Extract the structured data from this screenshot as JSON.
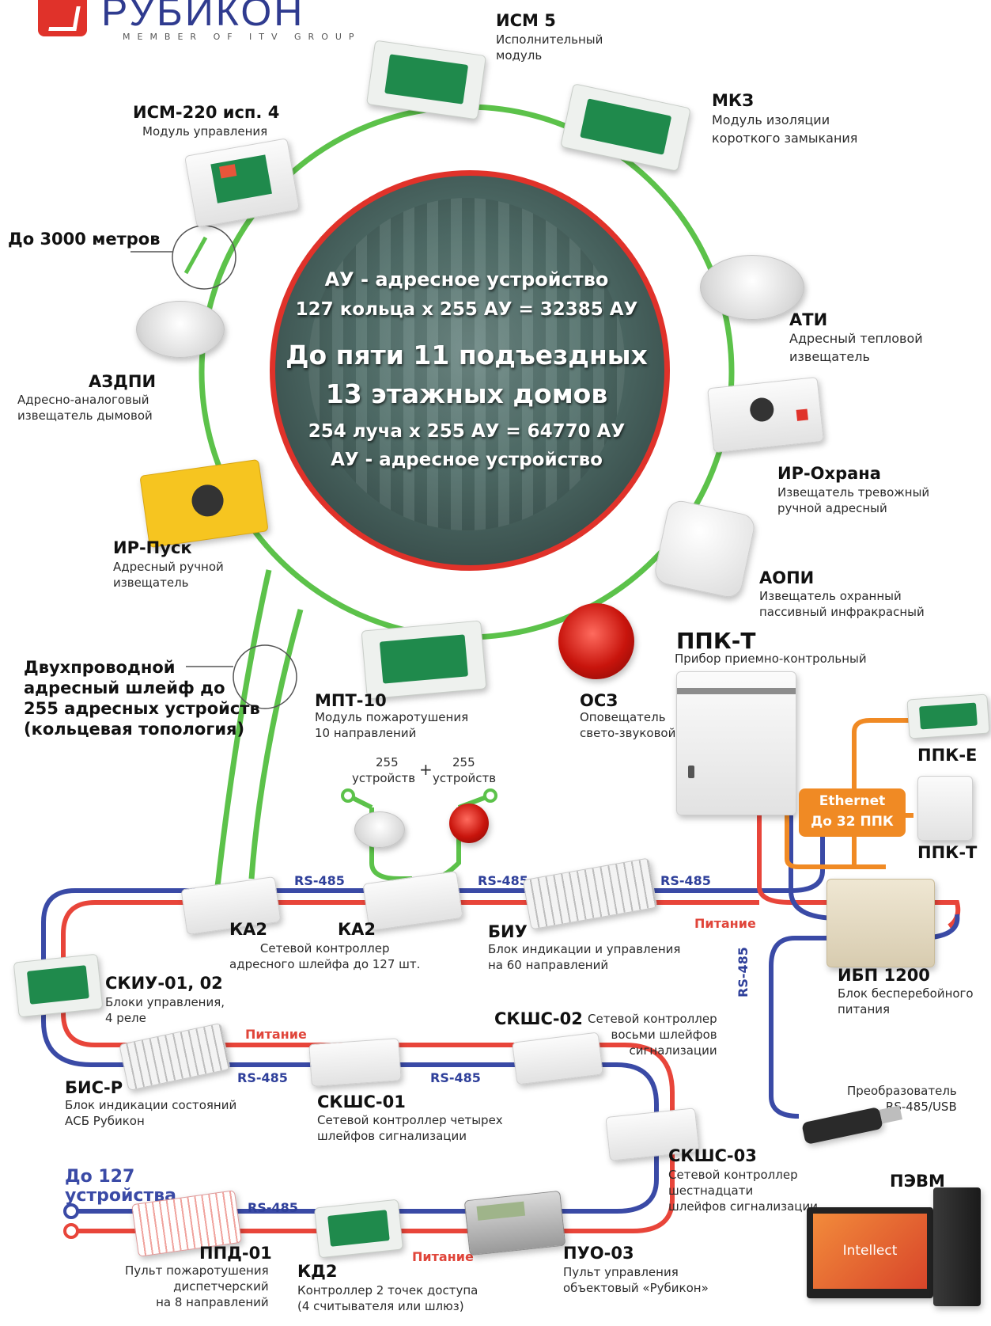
{
  "brand": {
    "name": "РУБИКОН",
    "tagline": "MEMBER OF ITV GROUP",
    "color": "#e0322a"
  },
  "center": {
    "line1": "АУ - адресное устройство",
    "line2": "127 кольца х 255 АУ = 32385 АУ",
    "line3": "До пяти 11 подъездных",
    "line4": "13 этажных домов",
    "line5": "254 луча х 255 АУ = 64770 АУ",
    "line6": "АУ - адресное устройство"
  },
  "ring_devices": {
    "ism5": {
      "title": "ИСМ 5",
      "desc": "Исполнительный\nмодуль"
    },
    "mkz": {
      "title": "МКЗ",
      "desc": "Модуль изоляции\nкороткого замыкания"
    },
    "ism220": {
      "title": "ИСМ-220 исп. 4",
      "desc": "Модуль управления"
    },
    "ati": {
      "title": "АТИ",
      "desc": "Адресный тепловой\nизвещатель"
    },
    "azdpi": {
      "title": "АЗДПИ",
      "desc": "Адресно-аналоговый\nизвещатель дымовой"
    },
    "ir_ohrana": {
      "title": "ИР-Охрана",
      "desc": "Извещатель тревожный\nручной адресный"
    },
    "ir_pusk": {
      "title": "ИР-Пуск",
      "desc": "Адресный ручной\nизвещатель"
    },
    "aopi": {
      "title": "АОПИ",
      "desc": "Извещатель охранный\nпассивный инфракрасный"
    },
    "mpt10": {
      "title": "МПТ-10",
      "desc": "Модуль пожаротушения\n10 направлений"
    },
    "osz": {
      "title": "ОСЗ",
      "desc": "Оповещатель\nсвето-звуковой"
    }
  },
  "callouts": {
    "distance": "До 3000 метров",
    "loop": "Двухпроводной\nадресный шлейф до\n255 адресных устройств\n(кольцевая топология)"
  },
  "ppk_t": {
    "title": "ППК-Т",
    "desc": "Прибор приемно-контрольный"
  },
  "ppk_e": {
    "title": "ППК-Е"
  },
  "ppk_t2": {
    "title": "ППК-Т"
  },
  "ethernet": {
    "line1": "Ethernet",
    "line2": "До 32 ППК",
    "color": "#f08a24"
  },
  "branches": {
    "left_count": "255",
    "left_unit": "устройств",
    "plus": "+",
    "right_count": "255",
    "right_unit": "устройств"
  },
  "bus_labels": {
    "rs485": "RS-485",
    "power": "Питание"
  },
  "ka2": {
    "title": "КА2",
    "desc": "Сетевой контроллер\nадресного  шлейфа до 127 шт."
  },
  "biu": {
    "title": "БИУ",
    "desc": "Блок индикации и управления\nна 60 направлений"
  },
  "ibp": {
    "title": "ИБП 1200",
    "desc": "Блок бесперебойного\nпитания"
  },
  "skiu": {
    "title": "СКИУ-01, 02",
    "desc": "Блоки управления,\n4 реле"
  },
  "skshs02": {
    "title": "СКШС-02",
    "desc": "Сетевой контроллер\nвосьми шлейфов\nсигнализации"
  },
  "bis_r": {
    "title": "БИС-Р",
    "desc": "Блок индикации состояний\nАСБ Рубикон"
  },
  "skshs01": {
    "title": "СКШС-01",
    "desc": "Сетевой контроллер четырех\nшлейфов сигнализации"
  },
  "converter": {
    "desc": "Преобразователь\nRS-485/USB"
  },
  "skshs03": {
    "title": "СКШС-03",
    "desc": "Сетевой контроллер\nшестнадцати\nшлейфов сигнализации"
  },
  "pevm": {
    "title": "ПЭВМ",
    "screen": "Intellect"
  },
  "up_to_127": "До 127\nустройства",
  "ppd01": {
    "title": "ППД-01",
    "desc": "Пульт пожаротушения\nдиспетчерский\nна 8 направлений"
  },
  "kd2": {
    "title": "КД2",
    "desc": "Контроллер 2 точек доступа\n(4 считывателя или шлюз)"
  },
  "puo03": {
    "title": "ПУО-03",
    "desc": "Пульт управления\nобъектовый «Рубикон»"
  },
  "colors": {
    "ring": "#5cc24a",
    "rs485": "#3a4aa6",
    "power": "#e8453a",
    "center_border": "#e0322a"
  }
}
